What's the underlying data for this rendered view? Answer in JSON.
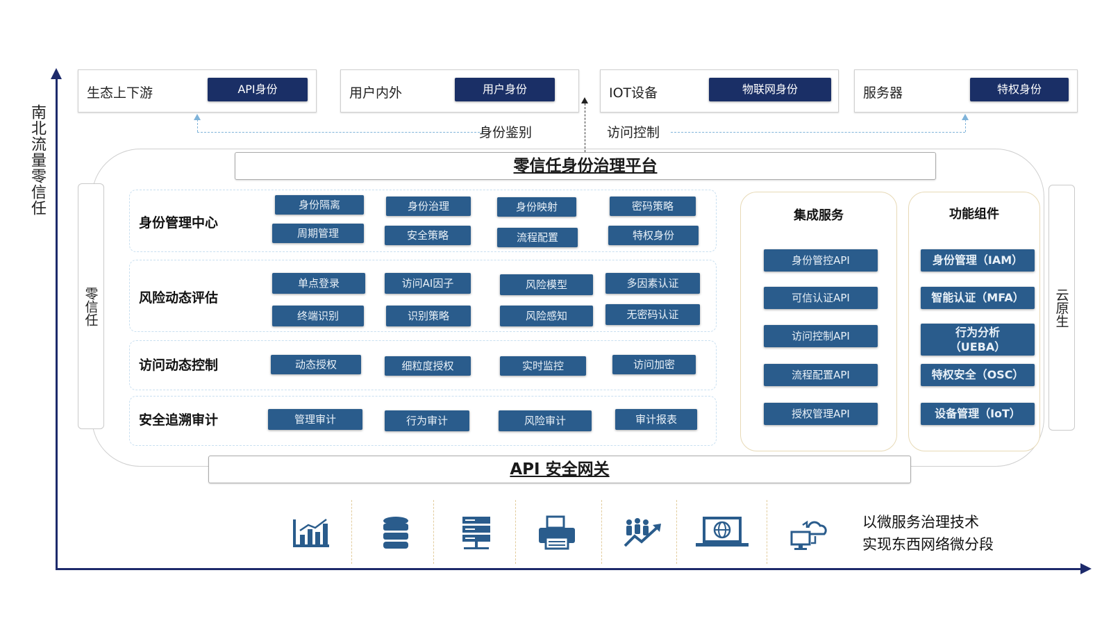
{
  "axis": {
    "vertical_label": "南北流量零信任"
  },
  "top_identities": [
    {
      "label": "生态上下游",
      "pill": "API身份"
    },
    {
      "label": "用户内外",
      "pill": "用户身份"
    },
    {
      "label": "IOT设备",
      "pill": "物联网身份"
    },
    {
      "label": "服务器",
      "pill": "特权身份"
    }
  ],
  "flow": {
    "left_label": "身份鉴别",
    "right_label": "访问控制"
  },
  "platform": {
    "title": "零信任身份治理平台",
    "left_side": "零信任",
    "right_side": "云原生"
  },
  "rows": [
    {
      "label": "身份管理中心",
      "chips": [
        "身份隔离",
        "身份治理",
        "身份映射",
        "密码策略",
        "周期管理",
        "安全策略",
        "流程配置",
        "特权身份"
      ]
    },
    {
      "label": "风险动态评估",
      "chips": [
        "单点登录",
        "访问AI因子",
        "风险模型",
        "多因素认证",
        "终端识别",
        "识别策略",
        "风险感知",
        "无密码认证"
      ]
    },
    {
      "label": "访问动态控制",
      "chips": [
        "动态授权",
        "细粒度授权",
        "实时监控",
        "访问加密"
      ]
    },
    {
      "label": "安全追溯审计",
      "chips": [
        "管理审计",
        "行为审计",
        "风险审计",
        "审计报表"
      ]
    }
  ],
  "integration": {
    "title": "集成服务",
    "items": [
      "身份管控API",
      "可信认证API",
      "访问控制API",
      "流程配置API",
      "授权管理API"
    ]
  },
  "components": {
    "title": "功能组件",
    "items": [
      "身份管理（IAM）",
      "智能认证（MFA）",
      "行为分析",
      "（UEBA）",
      "特权安全（OSC）",
      "设备管理（IoT）"
    ]
  },
  "gateway": {
    "title": "API 安全网关"
  },
  "bottom": {
    "icons": [
      "bar-chart-icon",
      "database-icon",
      "server-rack-icon",
      "printer-icon",
      "people-trend-icon",
      "laptop-globe-icon",
      "cloud-monitor-icon"
    ],
    "line1": "以微服务治理技术",
    "line2": "实现东西网络微分段"
  },
  "colors": {
    "navy": "#1a2f66",
    "chip_blue": "#2a5c8c",
    "axis": "#1d2a6b",
    "dashed_blue": "#7fb3d9",
    "gold_border": "#e7d9b6"
  }
}
